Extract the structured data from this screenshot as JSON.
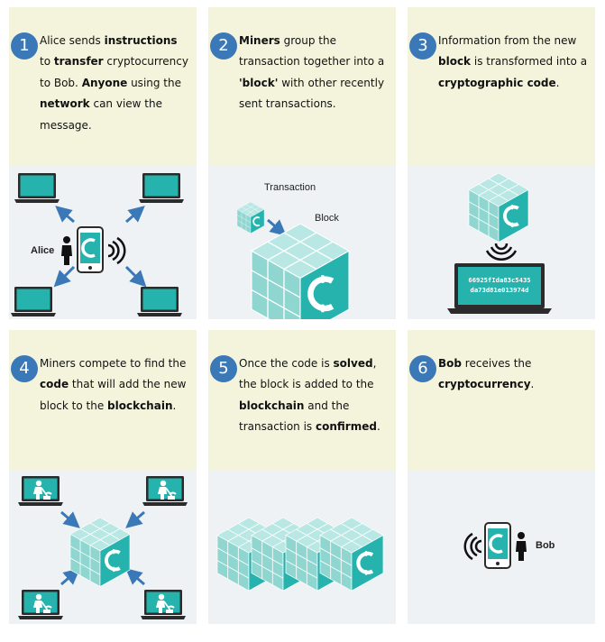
{
  "steps": [
    {
      "number": "1",
      "segments": [
        {
          "t": "Alice sends ",
          "b": false
        },
        {
          "t": "instructions",
          "b": true
        },
        {
          "t": " to ",
          "b": false
        },
        {
          "t": "transfer",
          "b": true
        },
        {
          "t": " cryptocurrency to Bob. ",
          "b": false
        },
        {
          "t": "Anyone",
          "b": true
        },
        {
          "t": " using the ",
          "b": false
        },
        {
          "t": "network",
          "b": true
        },
        {
          "t": " can view the message.",
          "b": false
        }
      ],
      "labels": {
        "person": "Alice"
      }
    },
    {
      "number": "2",
      "segments": [
        {
          "t": "Miners",
          "b": true
        },
        {
          "t": " group the transaction together into a ",
          "b": false
        },
        {
          "t": "'block'",
          "b": true
        },
        {
          "t": " with other recently sent transactions.",
          "b": false
        }
      ],
      "labels": {
        "transaction": "Transaction",
        "block": "Block"
      }
    },
    {
      "number": "3",
      "segments": [
        {
          "t": "Information from the new ",
          "b": false
        },
        {
          "t": "block",
          "b": true
        },
        {
          "t": " is transformed into a ",
          "b": false
        },
        {
          "t": "cryptographic code",
          "b": true
        },
        {
          "t": ".",
          "b": false
        }
      ],
      "labels": {
        "code_line1": "66925fIda83c5435",
        "code_line2": "da73d81e013974d"
      }
    },
    {
      "number": "4",
      "segments": [
        {
          "t": "Miners compete to find the ",
          "b": false
        },
        {
          "t": "code",
          "b": true
        },
        {
          "t": " that will add the new block to the ",
          "b": false
        },
        {
          "t": "blockchain",
          "b": true
        },
        {
          "t": ".",
          "b": false
        }
      ],
      "labels": {}
    },
    {
      "number": "5",
      "segments": [
        {
          "t": "Once the code is ",
          "b": false
        },
        {
          "t": "solved",
          "b": true
        },
        {
          "t": ", the block is added to the ",
          "b": false
        },
        {
          "t": "blockchain",
          "b": true
        },
        {
          "t": " and the transaction is ",
          "b": false
        },
        {
          "t": "confirmed",
          "b": true
        },
        {
          "t": ".",
          "b": false
        }
      ],
      "labels": {}
    },
    {
      "number": "6",
      "segments": [
        {
          "t": "Bob",
          "b": true
        },
        {
          "t": " receives the ",
          "b": false
        },
        {
          "t": "cryptocurrency",
          "b": true
        },
        {
          "t": ".",
          "b": false
        }
      ],
      "labels": {
        "person": "Bob"
      }
    }
  ],
  "colors": {
    "text_bg": "#f4f4dd",
    "illus_bg": "#eef2f4",
    "badge": "#3a78b8",
    "teal": "#26b3ad",
    "teal_dark": "#1a8f8a",
    "teal_light": "#a8e2df",
    "arrow": "#3a78b8"
  },
  "icons": [
    "laptop-icon",
    "phone-icon",
    "person-icon",
    "signal-icon",
    "block-cube-icon",
    "miner-icon",
    "arrow-icon"
  ]
}
